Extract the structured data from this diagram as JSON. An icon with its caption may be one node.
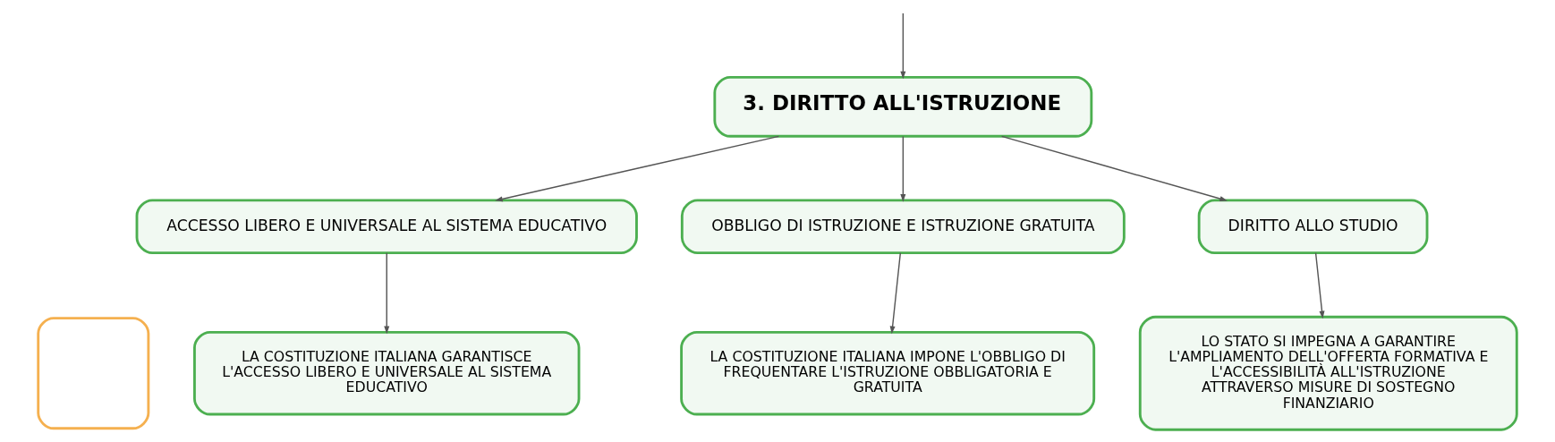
{
  "diagram": {
    "nodes": [
      {
        "text": [
          "3. DIRITTO ALL'ISTRUZIONE"
        ]
      },
      {
        "text": [
          "ACCESSO LIBERO E UNIVERSALE AL SISTEMA EDUCATIVO"
        ]
      },
      {
        "text": [
          "OBBLIGO DI ISTRUZIONE E ISTRUZIONE GRATUITA"
        ]
      },
      {
        "text": [
          "DIRITTO ALLO STUDIO"
        ]
      },
      {
        "text": [
          "LA COSTITUZIONE ITALIANA GARANTISCE L'ACCESSO LIBERO E UNIVERSALE AL SISTEMA EDUCATIVO"
        ]
      },
      {
        "text": [
          "LA COSTITUZIONE ITALIANA IMPONE L'OBBLIGO DI FREQUENTARE L'ISTRUZIONE OBBLIGATORIA E GRATUITA"
        ]
      },
      {
        "text": [
          "LO STATO SI IMPEGNA A GARANTIRE L'AMPLIAMENTO DELL'OFFERTA FORMATIVA E L'ACCESSIBILITÀ ALL'ISTRUZIONE ATTRAVERSO MISURE DI SOSTEGNO FINANZIARIO"
        ]
      },
      {
        "text": [],
        "shape": "box"
      }
    ],
    "edges": [
      {
        "from": null,
        "to": 0,
        "arrow": "to"
      },
      {
        "from": 0,
        "to": 1,
        "arrow": "to"
      },
      {
        "from": 0,
        "to": 2,
        "arrow": "to"
      },
      {
        "from": 0,
        "to": 3,
        "arrow": "to"
      },
      {
        "from": 1,
        "to": 4,
        "arrow": "to"
      },
      {
        "from": 2,
        "to": 5,
        "arrow": "to"
      },
      {
        "from": 3,
        "to": 6,
        "arrow": "to"
      }
    ]
  }
}
